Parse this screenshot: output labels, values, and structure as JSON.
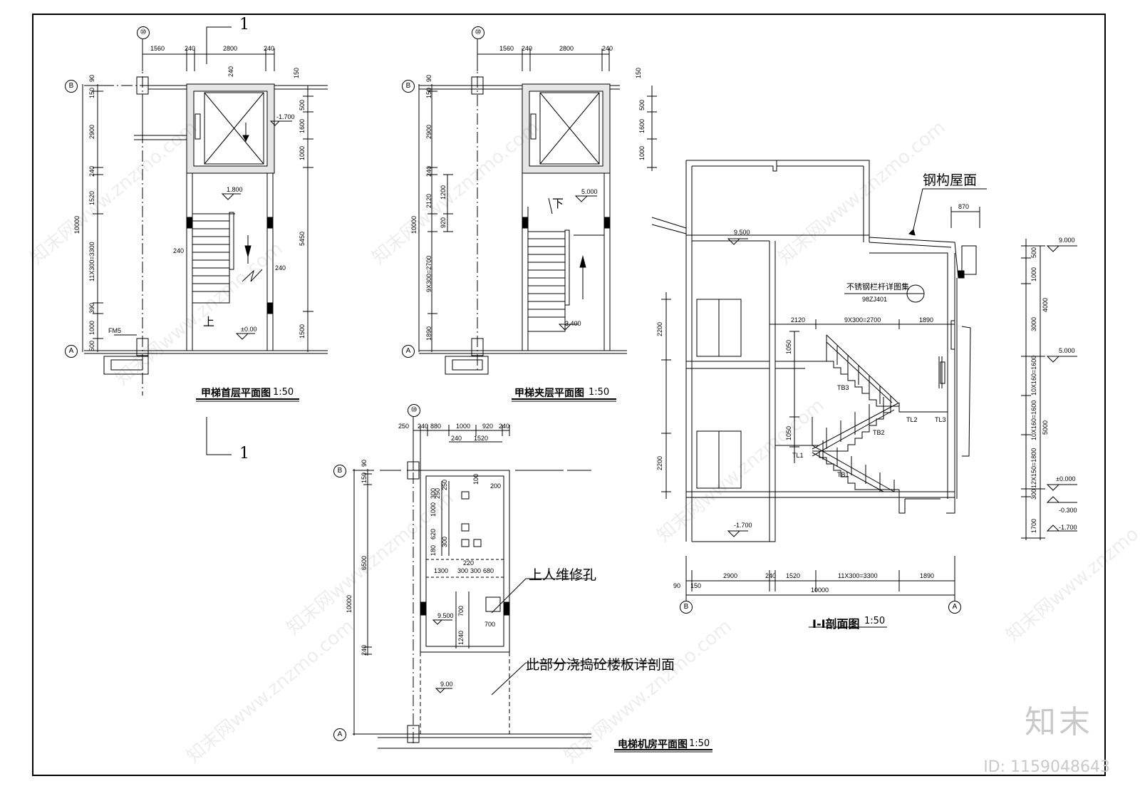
{
  "views": {
    "ground_floor": {
      "title": "甲梯首层平面图",
      "scale": "1:50"
    },
    "mezzanine": {
      "title": "甲梯夹层平面图",
      "scale": "1:50"
    },
    "machine_room": {
      "title": "电梯机房平面图",
      "scale": "1:50"
    },
    "section": {
      "title": "I-I剖面图",
      "scale": "1:50"
    }
  },
  "section_marker": {
    "label": "1"
  },
  "axes": {
    "a": "A",
    "b": "B",
    "ten": "⑩"
  },
  "notes": {
    "steel_roof": "钢构屋面",
    "maintenance_hole": "上人维修孔",
    "slab_section": "此部分浇捣砼楼板详剖面",
    "railing": "不锈钢栏杆详图集",
    "railing_ref": "98ZJ401",
    "door_fm5": "FM5",
    "up": "上",
    "down": "下"
  },
  "stair_labels": [
    "TB1",
    "TB2",
    "TB3",
    "TL1",
    "TL2",
    "TL3"
  ],
  "levels": {
    "l_neg1700": "-1.700",
    "l_000": "±0.00",
    "l_1800": "1.800",
    "l_5000": "5.000",
    "l_3400": "3.400",
    "l_9500": "9.500",
    "l_900": "9.00",
    "s_9000": "9.000",
    "s_5000": "5.000",
    "s_0000": "±0.000",
    "s_neg0300": "-0.300",
    "s_neg1700": "-1.700"
  },
  "dims": {
    "ground_top": [
      "1560",
      "240",
      "2800",
      "240"
    ],
    "ground_left": [
      "90",
      "150",
      "2900",
      "240",
      "1520",
      "11X300=3300",
      "390",
      "1000",
      "500",
      "10000"
    ],
    "ground_right": [
      "150",
      "500",
      "1600",
      "1000",
      "5450",
      "1500"
    ],
    "ground_inner": [
      "240",
      "240",
      "240"
    ],
    "mezz_top": [
      "1560",
      "240",
      "2800",
      "240"
    ],
    "mezz_left": [
      "90",
      "150",
      "2900",
      "240",
      "2120",
      "920",
      "9X300=2700",
      "1890",
      "10000"
    ],
    "mezz_inner": [
      "1200"
    ],
    "mezz_right": [
      "150",
      "500",
      "1600",
      "1000"
    ],
    "mach_top": [
      "250",
      "240",
      "880",
      "1000",
      "920",
      "240"
    ],
    "mach_top2": [
      "240",
      "1520"
    ],
    "mach_left": [
      "90",
      "150",
      "6500",
      "10000",
      "240"
    ],
    "mach_inner": [
      "250",
      "300",
      "250",
      "100",
      "200",
      "1000",
      "620",
      "300",
      "180",
      "220",
      "1300",
      "300",
      "300",
      "680",
      "700",
      "1240",
      "700"
    ],
    "section_left": [
      "2200",
      "1050",
      "1050",
      "2200"
    ],
    "section_mid": [
      "2120",
      "9X300=2700",
      "1890"
    ],
    "section_bottom": [
      "90",
      "150",
      "2900",
      "240",
      "1520",
      "11X300=3300",
      "1890",
      "10000"
    ],
    "section_right": [
      "500",
      "1000",
      "3000",
      "10X160=1600",
      "10X160=1600",
      "12X150=1800",
      "300",
      "1700",
      "4000",
      "5000"
    ],
    "section_top": [
      "870"
    ]
  },
  "watermark": {
    "text": "知末网www.znzmo.com",
    "brand": "知末",
    "id": "ID: 1159048643"
  }
}
